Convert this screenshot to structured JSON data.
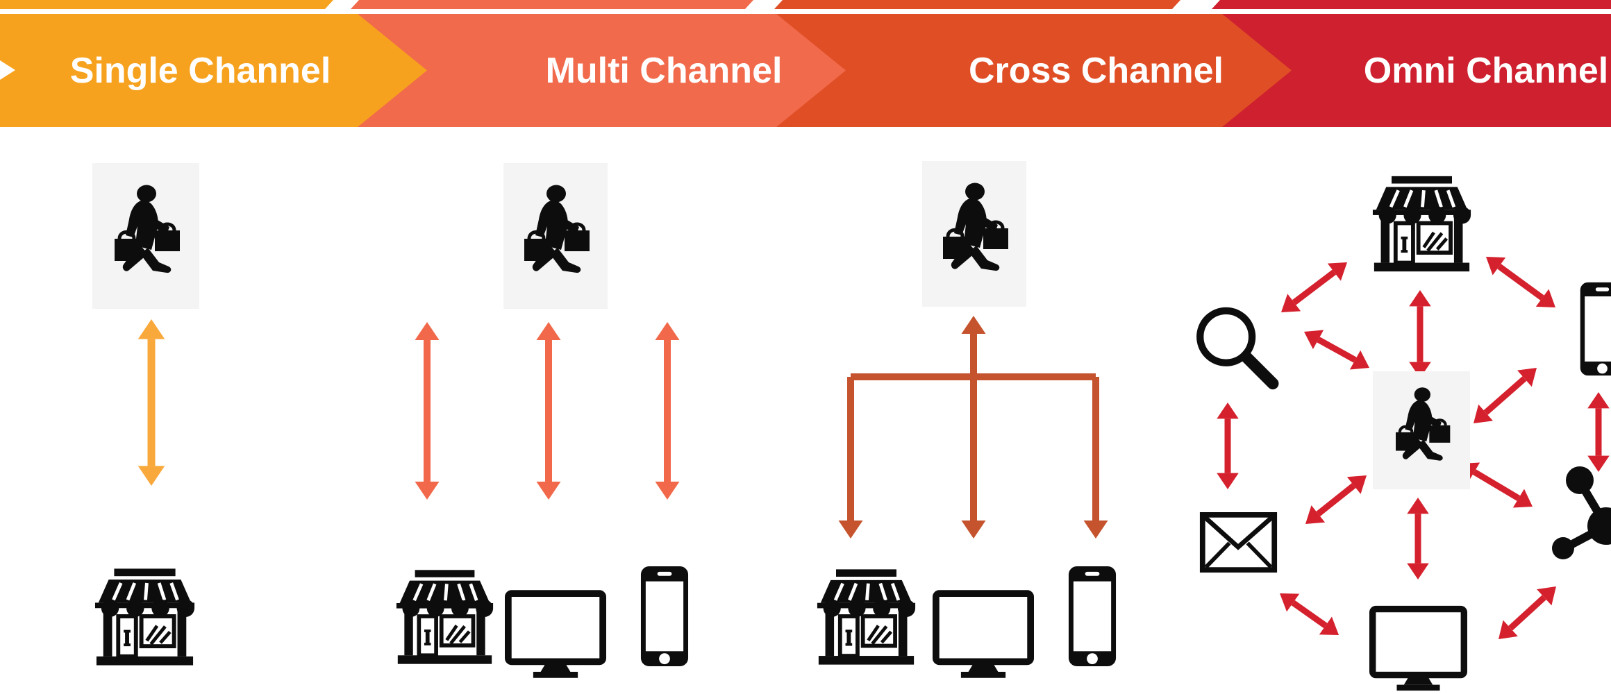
{
  "banners": [
    {
      "label": "Single Channel",
      "color": "#F6A21E"
    },
    {
      "label": "Multi Channel",
      "color": "#F16A4B"
    },
    {
      "label": "Cross Channel",
      "color": "#E04E26"
    },
    {
      "label": "Omni Channel",
      "color": "#CE202E"
    }
  ],
  "stages": [
    {
      "id": "single-channel",
      "arrow_color": "#F9A93C",
      "actor": "shopper-icon",
      "touchpoints": [
        "store-icon"
      ]
    },
    {
      "id": "multi-channel",
      "arrow_color": "#F1694A",
      "actor": "shopper-icon",
      "touchpoints": [
        "store-icon",
        "desktop-monitor-icon",
        "smartphone-icon"
      ]
    },
    {
      "id": "cross-channel",
      "arrow_color": "#C5532D",
      "actor": "shopper-icon",
      "touchpoints": [
        "store-icon",
        "desktop-monitor-icon",
        "smartphone-icon"
      ]
    },
    {
      "id": "omni-channel",
      "arrow_color": "#D4212D",
      "actor": "shopper-icon",
      "touchpoints": [
        "store-icon",
        "smartphone-icon",
        "network-hub-icon",
        "desktop-monitor-icon",
        "email-envelope-icon",
        "search-magnifier-icon"
      ]
    }
  ],
  "icon_color": "#0d0d0d",
  "background_color": "#ffffff"
}
